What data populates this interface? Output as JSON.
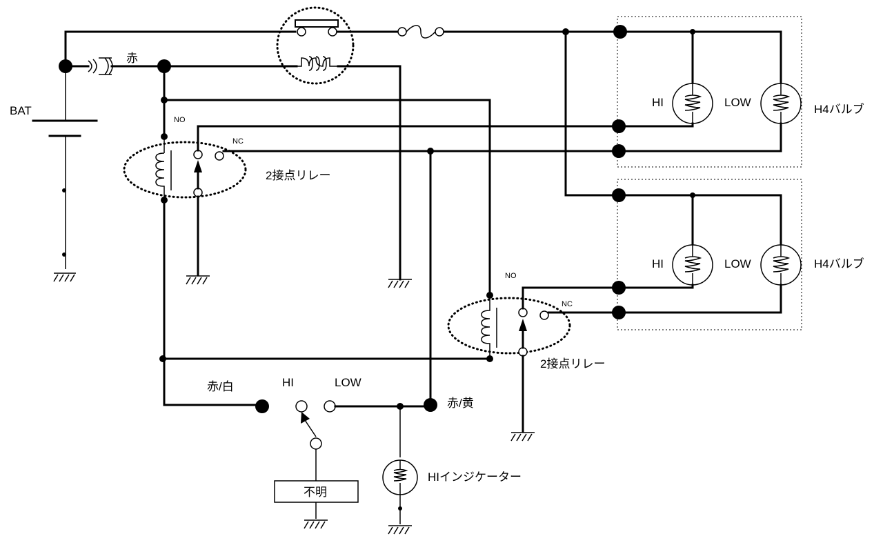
{
  "labels": {
    "bat": "BAT",
    "red_top": "赤",
    "no": "NO",
    "nc": "NC",
    "relay_text": "2接点リレー",
    "hi": "HI",
    "low": "LOW",
    "bulb_name": "H4バルブ",
    "red_white": "赤/白",
    "red_yellow": "赤/黄",
    "unknown_box": "不明",
    "hi_indicator": "HIインジケーター"
  }
}
